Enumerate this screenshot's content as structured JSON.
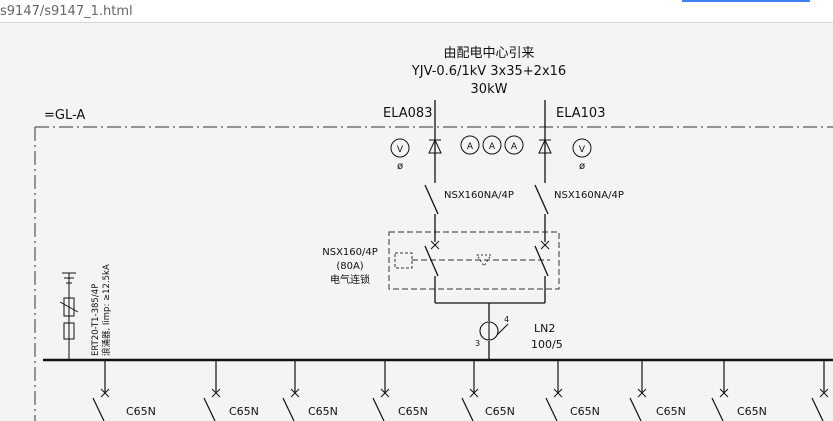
{
  "browser": {
    "url": "s9147/s9147_1.html",
    "accent_color": "#3b82f6"
  },
  "diagram": {
    "source_lines": [
      "由配电中心引来",
      "YJV-0.6/1kV  3x35+2x16",
      "30kW"
    ],
    "panel_id": "=GL-A",
    "feeder_left": "ELA083",
    "feeder_right": "ELA103",
    "meter_voltage_symbol": "V",
    "meter_current_symbol": "A",
    "phase_symbol": "ø",
    "breaker_left": "NSX160NA/4P",
    "breaker_right": "NSX160NA/4P",
    "atse_lines": [
      "NSX160/4P",
      "(80A)",
      "电气连锁"
    ],
    "ct_terminal_3": "3",
    "ct_terminal_4": "4",
    "ct_name": "LN2",
    "ct_ratio": "100/5",
    "spd_line1": "ERT20-T1-385/4P",
    "spd_line2": "浪涌器, Iimp: ≥12.5kA",
    "outgoing_breakers": [
      "C65N",
      "C65N",
      "C65N",
      "C65N",
      "C65N",
      "C65N",
      "C65N",
      "C65N"
    ]
  }
}
